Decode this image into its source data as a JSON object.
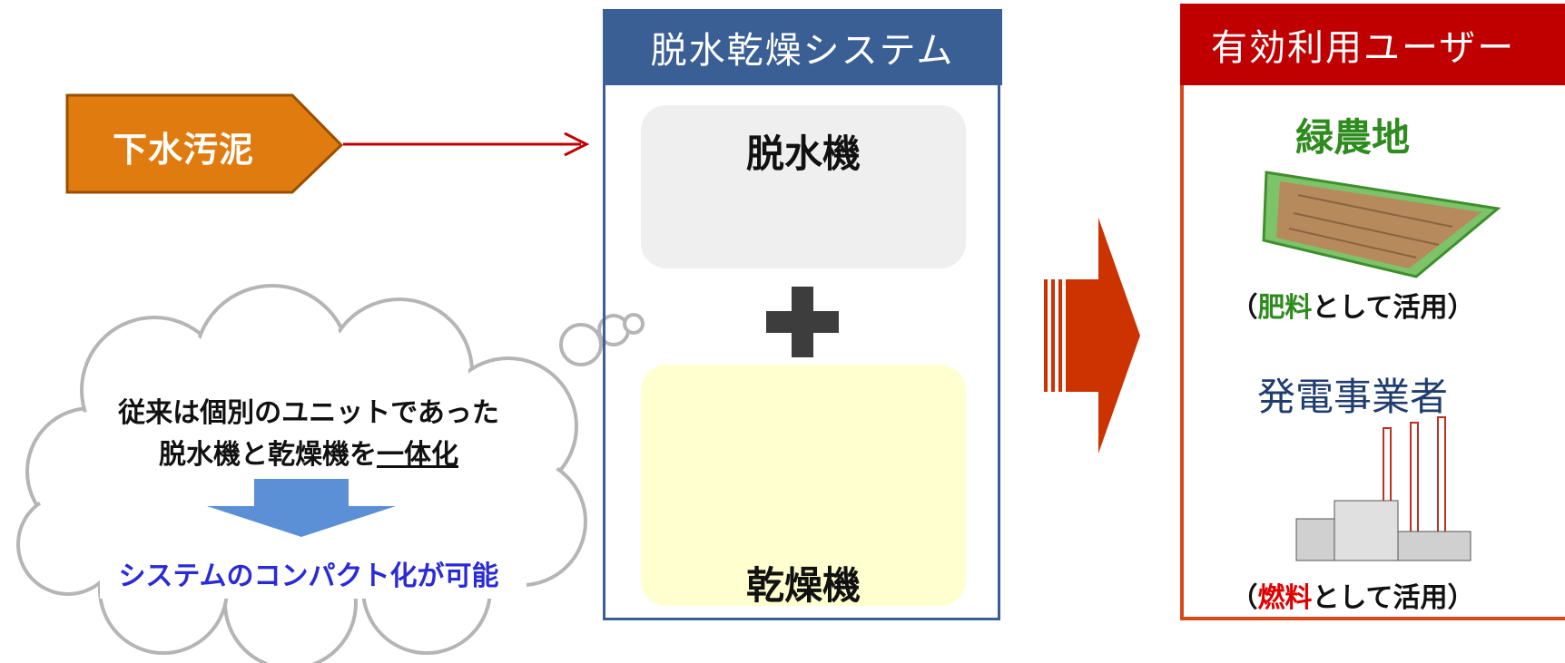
{
  "input": {
    "label": "下水汚泥"
  },
  "system": {
    "title": "脱水乾燥システム",
    "dewaterer_label": "脱水機",
    "dryer_label": "乾燥機"
  },
  "note": {
    "line1": "従来は個別のユニットであった",
    "line2_prefix": "脱水機と乾燥機を",
    "line2_emphasis": "一体化",
    "result": "システムのコンパクト化が可能"
  },
  "users": {
    "title": "有効利用ユーザー",
    "farmland": {
      "title": "緑農地",
      "caption_open": "（",
      "caption_key": "肥料",
      "caption_rest": "として活用）"
    },
    "power": {
      "title": "発電事業者",
      "caption_open": "（",
      "caption_key": "燃料",
      "caption_rest": "として活用）"
    }
  },
  "colors": {
    "input_fill": "#e07b10",
    "system_header": "#3a5f95",
    "users_header": "#c00000",
    "flow_arrow": "#cc3300",
    "farmland_text": "#2e8b1e",
    "result_text": "#2a2ad8"
  }
}
